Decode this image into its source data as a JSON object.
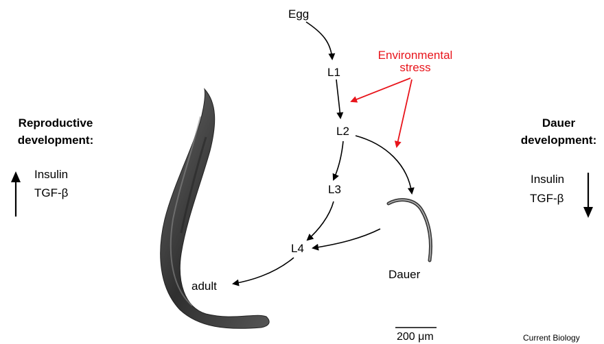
{
  "stages": {
    "egg": "Egg",
    "l1": "L1",
    "l2": "L2",
    "l3": "L3",
    "l4": "L4",
    "adult": "adult",
    "dauer": "Dauer"
  },
  "stress": {
    "line1": "Environmental",
    "line2": "stress",
    "color": "#e8141b"
  },
  "reproductive": {
    "title_line1": "Reproductive",
    "title_line2": "development:",
    "factor1": "Insulin",
    "factor2": "TGF-β",
    "arrow": "up-arrow-icon"
  },
  "dauer_dev": {
    "title_line1": "Dauer",
    "title_line2": "development:",
    "factor1": "Insulin",
    "factor2": "TGF-β",
    "arrow": "down-arrow-icon"
  },
  "scale_bar": "200 μm",
  "credit": "Current Biology"
}
